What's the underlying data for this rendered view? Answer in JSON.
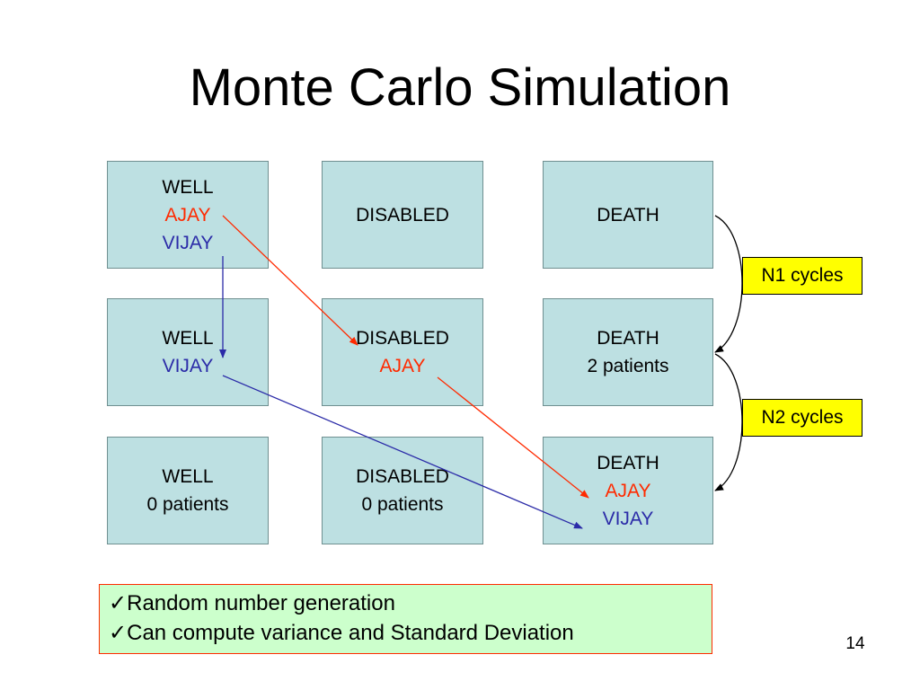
{
  "title": "Monte Carlo Simulation",
  "rows": [
    {
      "well": [
        "WELL",
        "AJAY",
        "VIJAY"
      ],
      "disabled": [
        "DISABLED"
      ],
      "death": [
        "DEATH"
      ]
    },
    {
      "well": [
        "WELL",
        "VIJAY"
      ],
      "disabled": [
        "DISABLED",
        "AJAY"
      ],
      "death": [
        "DEATH",
        "2 patients"
      ]
    },
    {
      "well": [
        "WELL",
        "0 patients"
      ],
      "disabled": [
        "DISABLED",
        "0 patients"
      ],
      "death": [
        "DEATH",
        "AJAY",
        "VIJAY"
      ]
    }
  ],
  "cycles": [
    "N1 cycles",
    "N2 cycles"
  ],
  "notes": [
    "Random number generation",
    "Can compute variance and Standard Deviation"
  ],
  "check_glyph": "✓",
  "page_number": "14",
  "colors": {
    "ajay": "#ff2a00",
    "vijay": "#2b2ba8",
    "box": "#bde0e2",
    "cycle_box": "#ffff00",
    "notes_box": "#ccffcc"
  }
}
